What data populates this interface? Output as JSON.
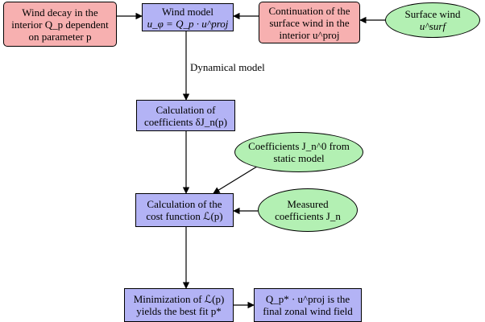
{
  "nodes": {
    "wind_decay": {
      "lines": [
        "Wind decay in the",
        "interior Q_p dependent",
        "on parameter p"
      ]
    },
    "wind_model": {
      "lines": [
        "Wind model",
        "u_φ = Q_p · u^proj"
      ]
    },
    "continuation": {
      "lines": [
        "Continuation of the",
        "surface wind in the",
        "interior u^proj"
      ]
    },
    "surface_wind": {
      "lines": [
        "Surface wind",
        "u^surf"
      ]
    },
    "calc_coeff": {
      "lines": [
        "Calculation of",
        "coefficients δJ_n(p)"
      ]
    },
    "coeff_static": {
      "lines": [
        "Coefficients J_n^0 from",
        "static model"
      ]
    },
    "calc_cost": {
      "lines": [
        "Calculation of the",
        "cost function ℒ(p)"
      ]
    },
    "measured": {
      "lines": [
        "Measured",
        "coefficients J_n"
      ]
    },
    "minimization": {
      "lines": [
        "Minimization of ℒ(p)",
        "yields the best fit p*"
      ]
    },
    "final_field": {
      "lines": [
        "Q_p* · u^proj is the",
        "final zonal wind field"
      ]
    }
  },
  "edges": {
    "dynamical_label": "Dynamical model"
  },
  "colors": {
    "blue_fill": "#b3b3f5",
    "red_fill": "#f7b0b0",
    "green_fill": "#b3f0b3"
  }
}
